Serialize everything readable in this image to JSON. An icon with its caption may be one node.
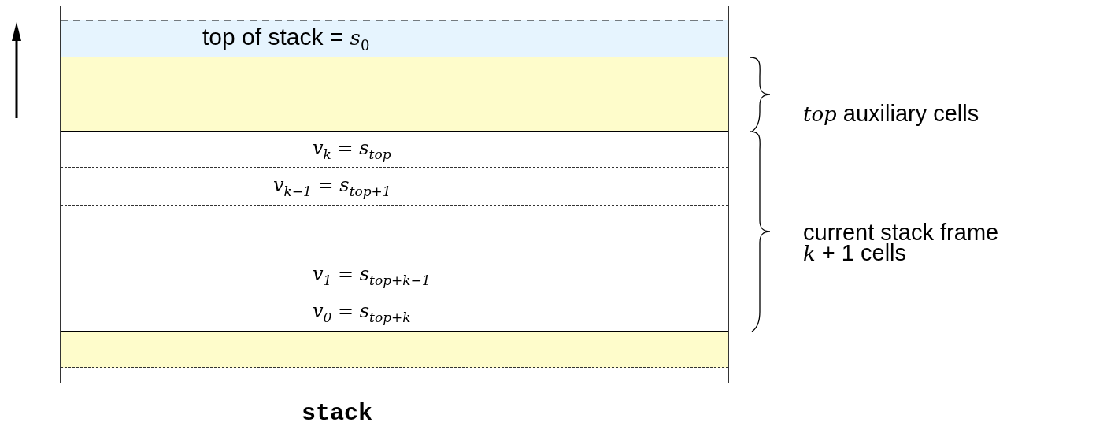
{
  "diagram": {
    "nodes": [
      {
        "text": [
          "stack"
        ]
      },
      {
        "text": [
          "top of stack = *s*$_{0}$"
        ],
        "in": 0
      },
      {
        "text": [],
        "shape": "box",
        "in": 0
      },
      {
        "text": [],
        "shape": "box",
        "in": 0
      },
      {
        "text": [
          "*v*$_{k}$ = *s*$_{top}$"
        ],
        "in": 0
      },
      {
        "text": [
          "*v*$_{k−1}$ = *s*$_{top+1}$"
        ],
        "in": 0
      },
      {
        "text": [],
        "shape": "box",
        "in": 0
      },
      {
        "text": [
          "*v*$_{1}$ = *s*$_{top+k−1}$"
        ],
        "in": 0
      },
      {
        "text": [
          "*v*$_{0}$ = *s*$_{top+k}$"
        ],
        "in": 0
      },
      {
        "text": [],
        "shape": "box",
        "in": 0
      }
    ],
    "edges": [],
    "labels": [
      "*top* auxiliary cells",
      "current stack frame *k* + 1 cells"
    ]
  }
}
